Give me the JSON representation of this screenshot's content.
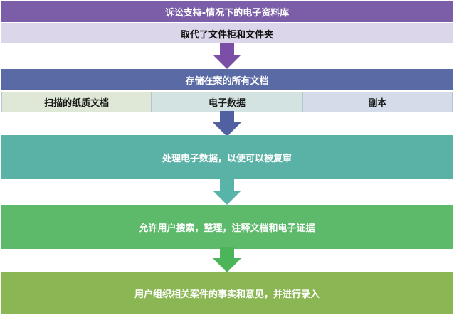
{
  "flow": {
    "title": "诉讼支持-情况下的电子资料库",
    "subtitle": "取代了文件柜和文件夹",
    "storage": "存储在案的所有文档",
    "storage_cells": [
      "扫描的纸质文档",
      "电子数据",
      "副本"
    ],
    "process": "处理电子数据，以便可以被复审",
    "search": "允许用户搜索，整理，注释文档和电子证据",
    "organize": "用户组织相关案件的事实和意见，并进行录入"
  },
  "colors": {
    "title_band": "#7b5ea7",
    "subtitle_band": "#dcd6ea",
    "storage_band": "#5a6aa5",
    "process_band": "#5ab2a6",
    "search_band": "#5cba6a",
    "organize_band": "#8ab653",
    "arrow_1": "#7b4fa6",
    "arrow_2": "#5060a0",
    "arrow_3": "#58b3a8",
    "arrow_4": "#4cb55a"
  }
}
